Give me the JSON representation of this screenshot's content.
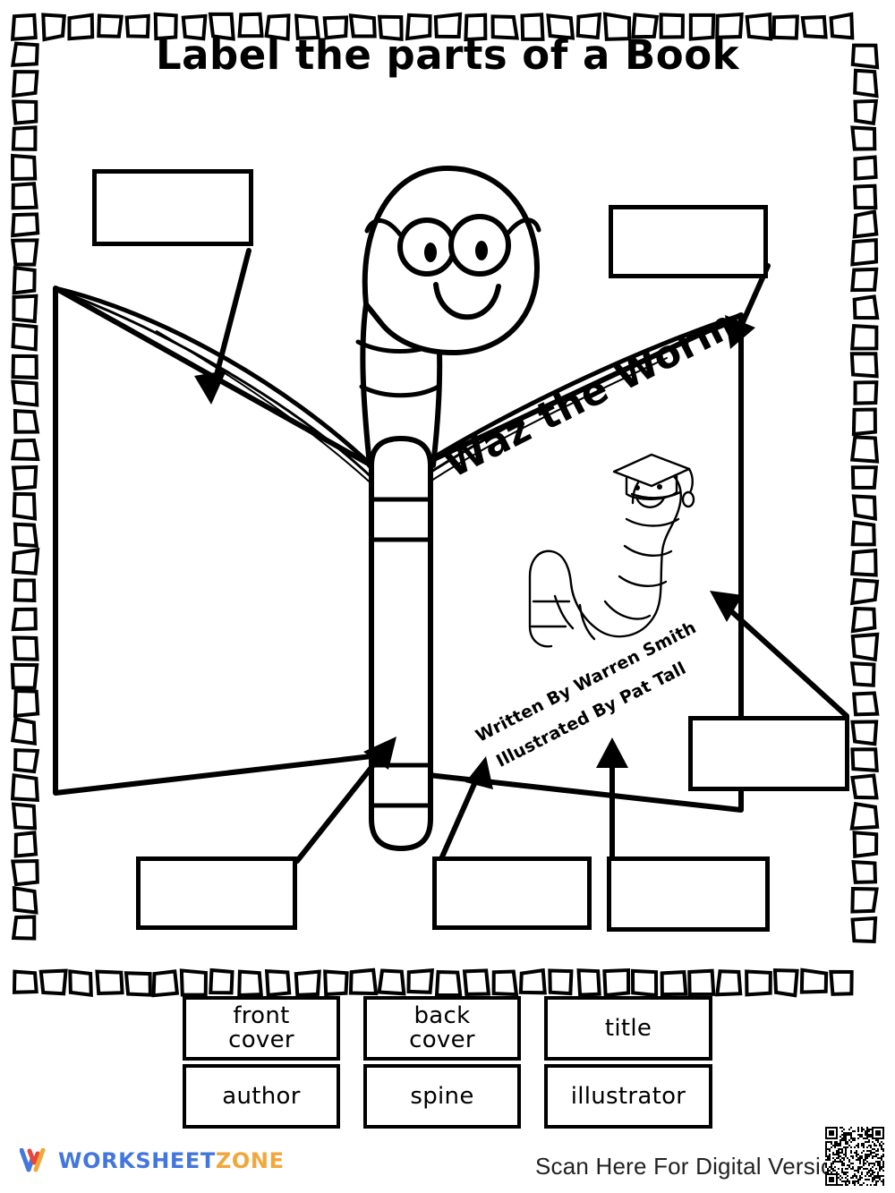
{
  "worksheet": {
    "title": "Label the parts of a Book",
    "answer_boxes": [
      {
        "id": "box-top-left",
        "label": ""
      },
      {
        "id": "box-top-right",
        "label": ""
      },
      {
        "id": "box-right-middle",
        "label": ""
      },
      {
        "id": "box-bottom-left",
        "label": ""
      },
      {
        "id": "box-bottom-center",
        "label": ""
      },
      {
        "id": "box-bottom-right",
        "label": ""
      }
    ],
    "book_cover": {
      "title": "Waz the Worm",
      "written_by": "Written By Warren Smith",
      "illustrated_by": "Illustrated By Pat Tall"
    },
    "word_bank": {
      "row1": [
        "front\ncover",
        "back\ncover",
        "title"
      ],
      "row2": [
        "author",
        "spine",
        "illustrator"
      ]
    }
  },
  "footer": {
    "brand_part1": "WORKSHEET",
    "brand_part2": "ZONE",
    "scan_text": "Scan Here For Digital Version",
    "brand_color_primary": "#4477dd",
    "brand_color_secondary": "#f2a73b",
    "brand_color_accent": "#e8453c"
  }
}
